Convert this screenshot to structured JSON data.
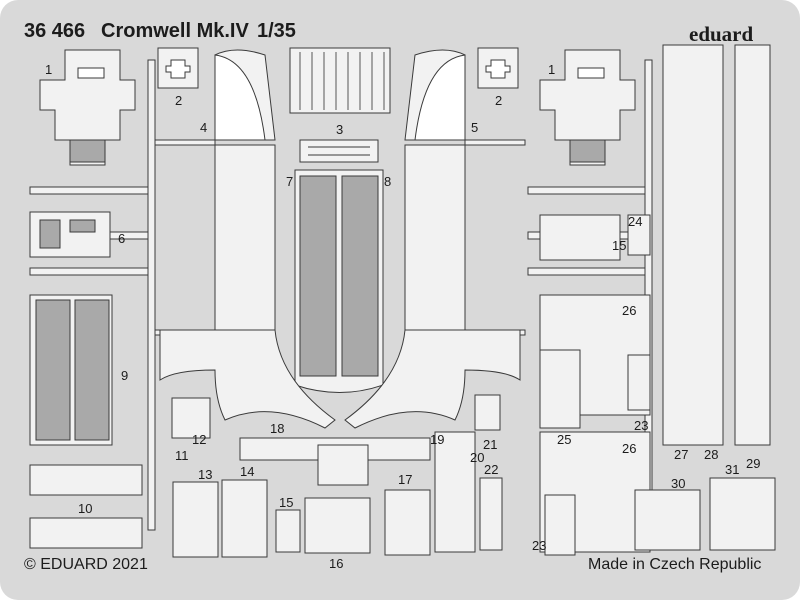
{
  "header": {
    "set_number": "36 466",
    "title": "Cromwell Mk.IV",
    "scale": "1/35",
    "brand": "eduard"
  },
  "footer": {
    "copyright": "© EDUARD 2021",
    "origin": "Made in Czech Republic"
  },
  "part_numbers": {
    "p1_left": "1",
    "p1_right": "1",
    "p2_left": "2",
    "p2_right": "2",
    "p3": "3",
    "p4": "4",
    "p5": "5",
    "p6": "6",
    "p7": "7",
    "p8": "8",
    "p9": "9",
    "p10": "10",
    "p11": "11",
    "p12": "12",
    "p13": "13",
    "p14": "14",
    "p15_left": "15",
    "p15_right": "15",
    "p16": "16",
    "p17": "17",
    "p18": "18",
    "p19": "19",
    "p20": "20",
    "p21": "21",
    "p22": "22",
    "p23_upper": "23",
    "p23_lower": "23",
    "p24": "24",
    "p25": "25",
    "p26_upper": "26",
    "p26_lower": "26",
    "p27": "27",
    "p28": "28",
    "p29": "29",
    "p30": "30",
    "p31": "31"
  },
  "colors": {
    "sheet": "#d9d9d9",
    "sprue": "#f2f2f2",
    "etch": "#a9a9a9",
    "line": "#3a3a3a",
    "text": "#1c1c1c"
  }
}
